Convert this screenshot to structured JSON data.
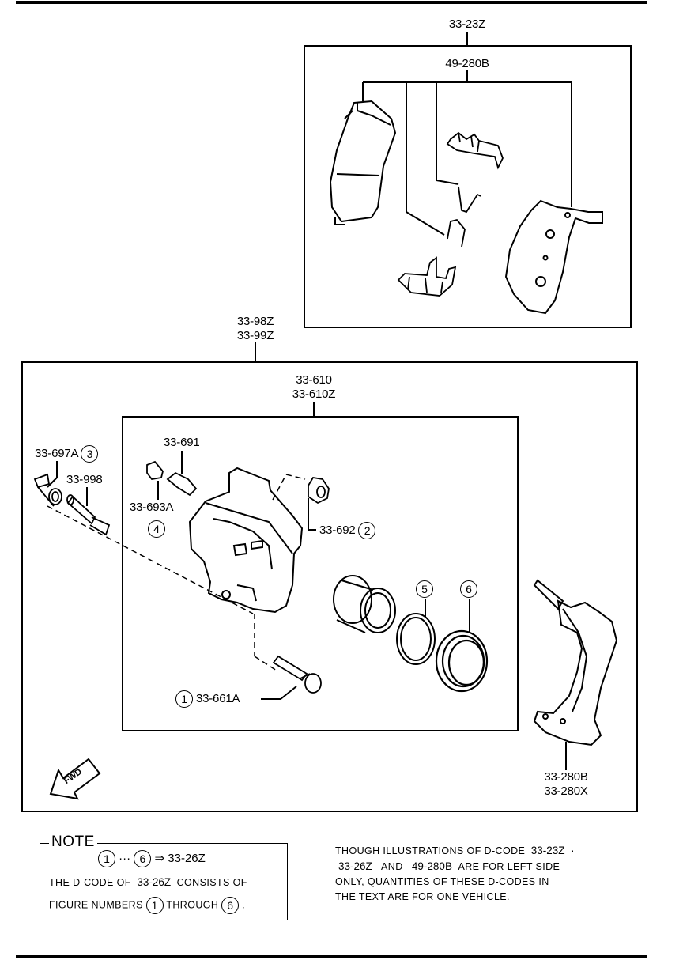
{
  "labels": {
    "kit_pads": "33-23Z",
    "shims": "49-280B",
    "caliper_lh": "33-98Z",
    "caliper_rh": "33-99Z",
    "caliper_body_a": "33-610",
    "caliper_body_b": "33-610Z",
    "bushing": "33-697A",
    "guide_pin": "33-998",
    "bleeder": "33-691",
    "bleeder_cap": "33-693A",
    "pin_boot": "33-692",
    "lock_bolt": "33-661A",
    "mounting_a": "33-280B",
    "mounting_b": "33-280X"
  },
  "figure_numbers": {
    "n1": "1",
    "n2": "2",
    "n3": "3",
    "n4": "4",
    "n5": "5",
    "n6": "6"
  },
  "fwd_arrow": "FWD",
  "note": {
    "title": "NOTE",
    "range_start": "1",
    "range_sep": "···",
    "range_end": "6",
    "arrow": "⇒",
    "code": "33-26Z",
    "line2_a": "THE D-CODE OF",
    "line2_code": "33-26Z",
    "line2_b": "CONSISTS OF",
    "line3_a": "FIGURE NUMBERS",
    "line3_n1": "1",
    "line3_mid": "THROUGH",
    "line3_n2": "6",
    "line3_end": "."
  },
  "disclaimer": {
    "l1_a": "THOUGH ILLUSTRATIONS OF D-CODE",
    "l1_code": "33-23Z",
    "l1_dot": "·",
    "l2_code1": "33-26Z",
    "l2_and": "AND",
    "l2_code2": "49-280B",
    "l2_b": "ARE FOR LEFT SIDE",
    "l3": "ONLY, QUANTITIES OF THESE D-CODES IN",
    "l4": "THE TEXT ARE FOR ONE VEHICLE."
  }
}
